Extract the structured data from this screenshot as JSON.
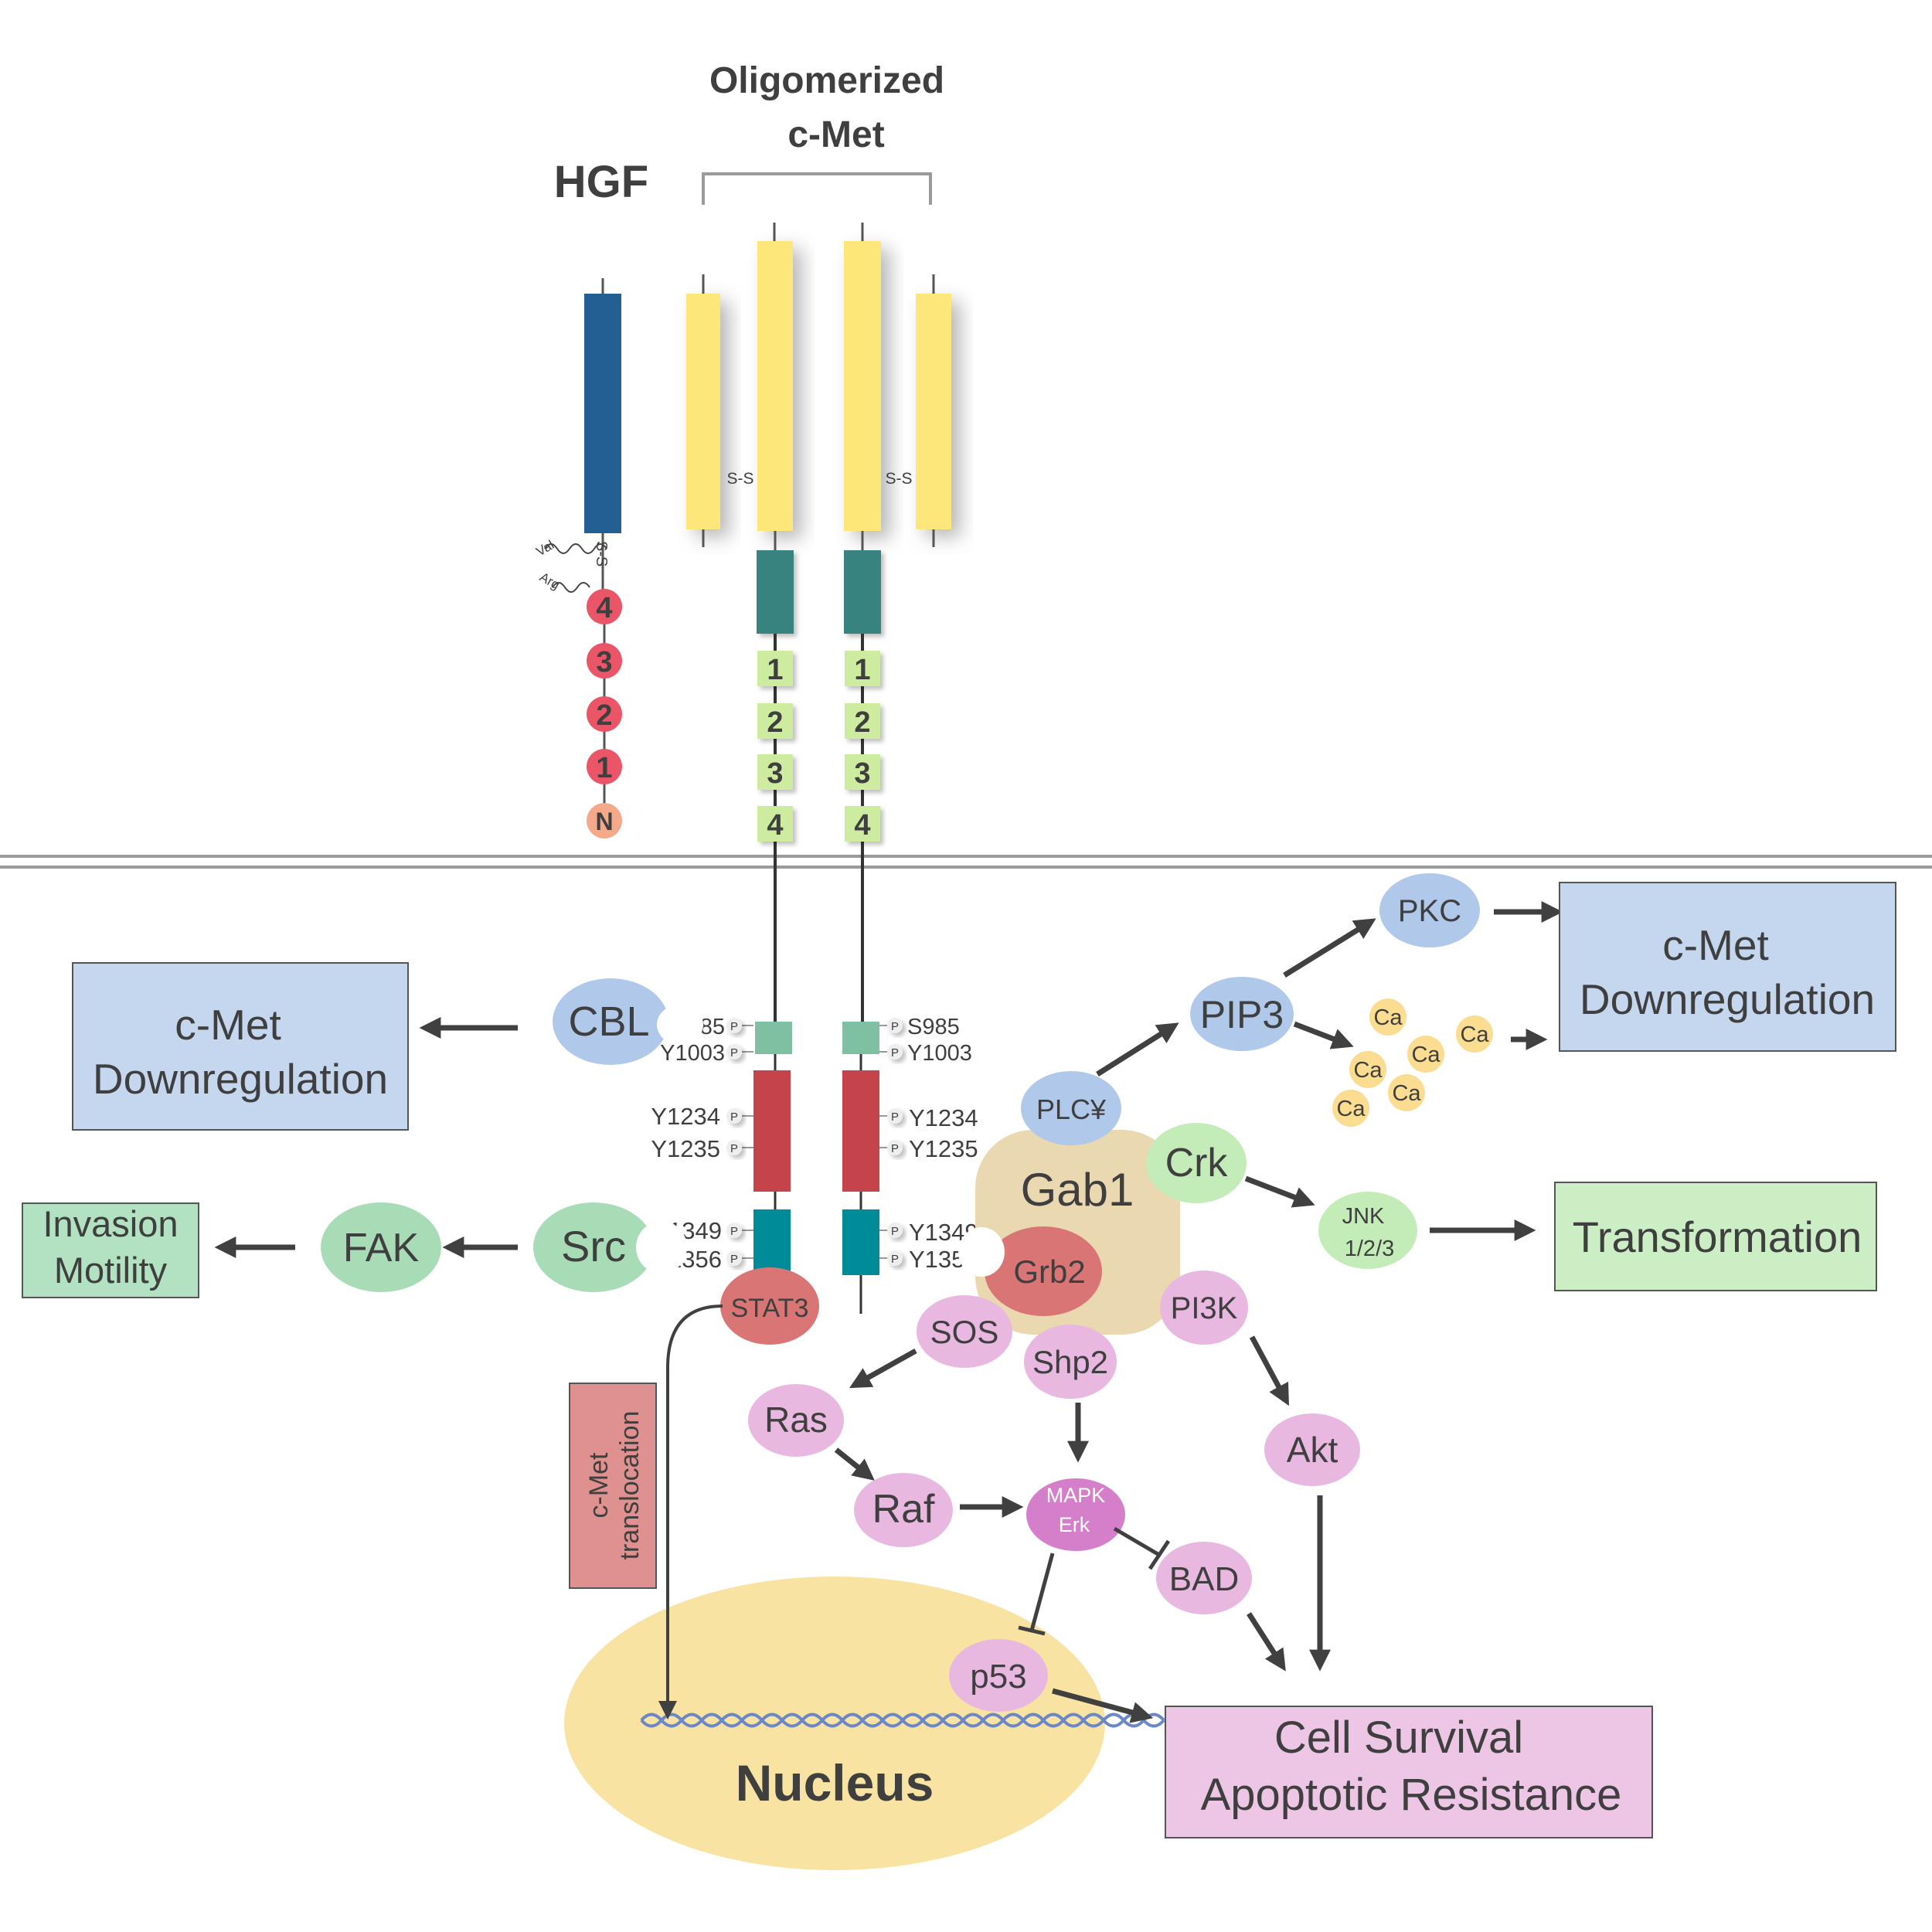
{
  "labels": {
    "oligomerized": "Oligomerized",
    "cmet": "c-Met",
    "hgf": "HGF",
    "ss": "S-S",
    "val": "Val",
    "arg": "Arg",
    "nucleus": "Nucleus",
    "translocation_line1": "c-Met",
    "translocation_line2": "translocation"
  },
  "hgf_domains": [
    "4",
    "3",
    "2",
    "1",
    "N"
  ],
  "sema_domains": [
    "1",
    "2",
    "3",
    "4"
  ],
  "sites": {
    "s985": "S985",
    "y1003": "Y1003",
    "y1234": "Y1234",
    "y1235": "Y1235",
    "y1349": "Y1349",
    "y1356": "Y1356",
    "p": "P"
  },
  "nodes": {
    "cbl": "CBL",
    "src": "Src",
    "fak": "FAK",
    "stat3": "STAT3",
    "plc": "PLC¥",
    "pip3": "PIP3",
    "pkc": "PKC",
    "ca": "Ca",
    "gab1": "Gab1",
    "crk": "Crk",
    "grb2": "Grb2",
    "jnk_line1": "JNK",
    "jnk_line2": "1/2/3",
    "pi3k": "PI3K",
    "sos": "SOS",
    "shp2": "Shp2",
    "ras": "Ras",
    "raf": "Raf",
    "mapk_line1": "MAPK",
    "mapk_line2": "Erk",
    "bad": "BAD",
    "akt": "Akt",
    "p53": "p53"
  },
  "outcomes": {
    "downreg_left_line1": "c-Met",
    "downreg_left_line2": "Downregulation",
    "downreg_right_line1": "c-Met",
    "downreg_right_line2": "Downregulation",
    "invasion_line1": "Invasion",
    "invasion_line2": "Motility",
    "transformation": "Transformation",
    "survival_line1": "Cell Survival",
    "survival_line2": "Apoptotic Resistance"
  },
  "colors": {
    "hgf_blue": "#235f93",
    "cmet_yellow": "#fde67a",
    "teal": "#38827f",
    "green_domain": "#cdeca0",
    "red_kringle": "#ea5667",
    "salmon": "#f4a98b",
    "juxta_green": "#80c0a2",
    "kinase_red": "#c5444b",
    "ctail_teal": "#008b98",
    "light_blue": "#b0c8ea",
    "box_blue": "#c5d6ef",
    "mint": "#a7dcb7",
    "light_green": "#c4ecb8",
    "box_green": "#cbeec4",
    "pink": "#e9b8e1",
    "magenta": "#d57ec9",
    "box_pink": "#edc6e6",
    "tan": "#ead8b1",
    "red_node": "#d97575",
    "nucleus": "#f9e3a2",
    "ca_yellow": "#fbdd91",
    "trans_box": "#de918e"
  }
}
